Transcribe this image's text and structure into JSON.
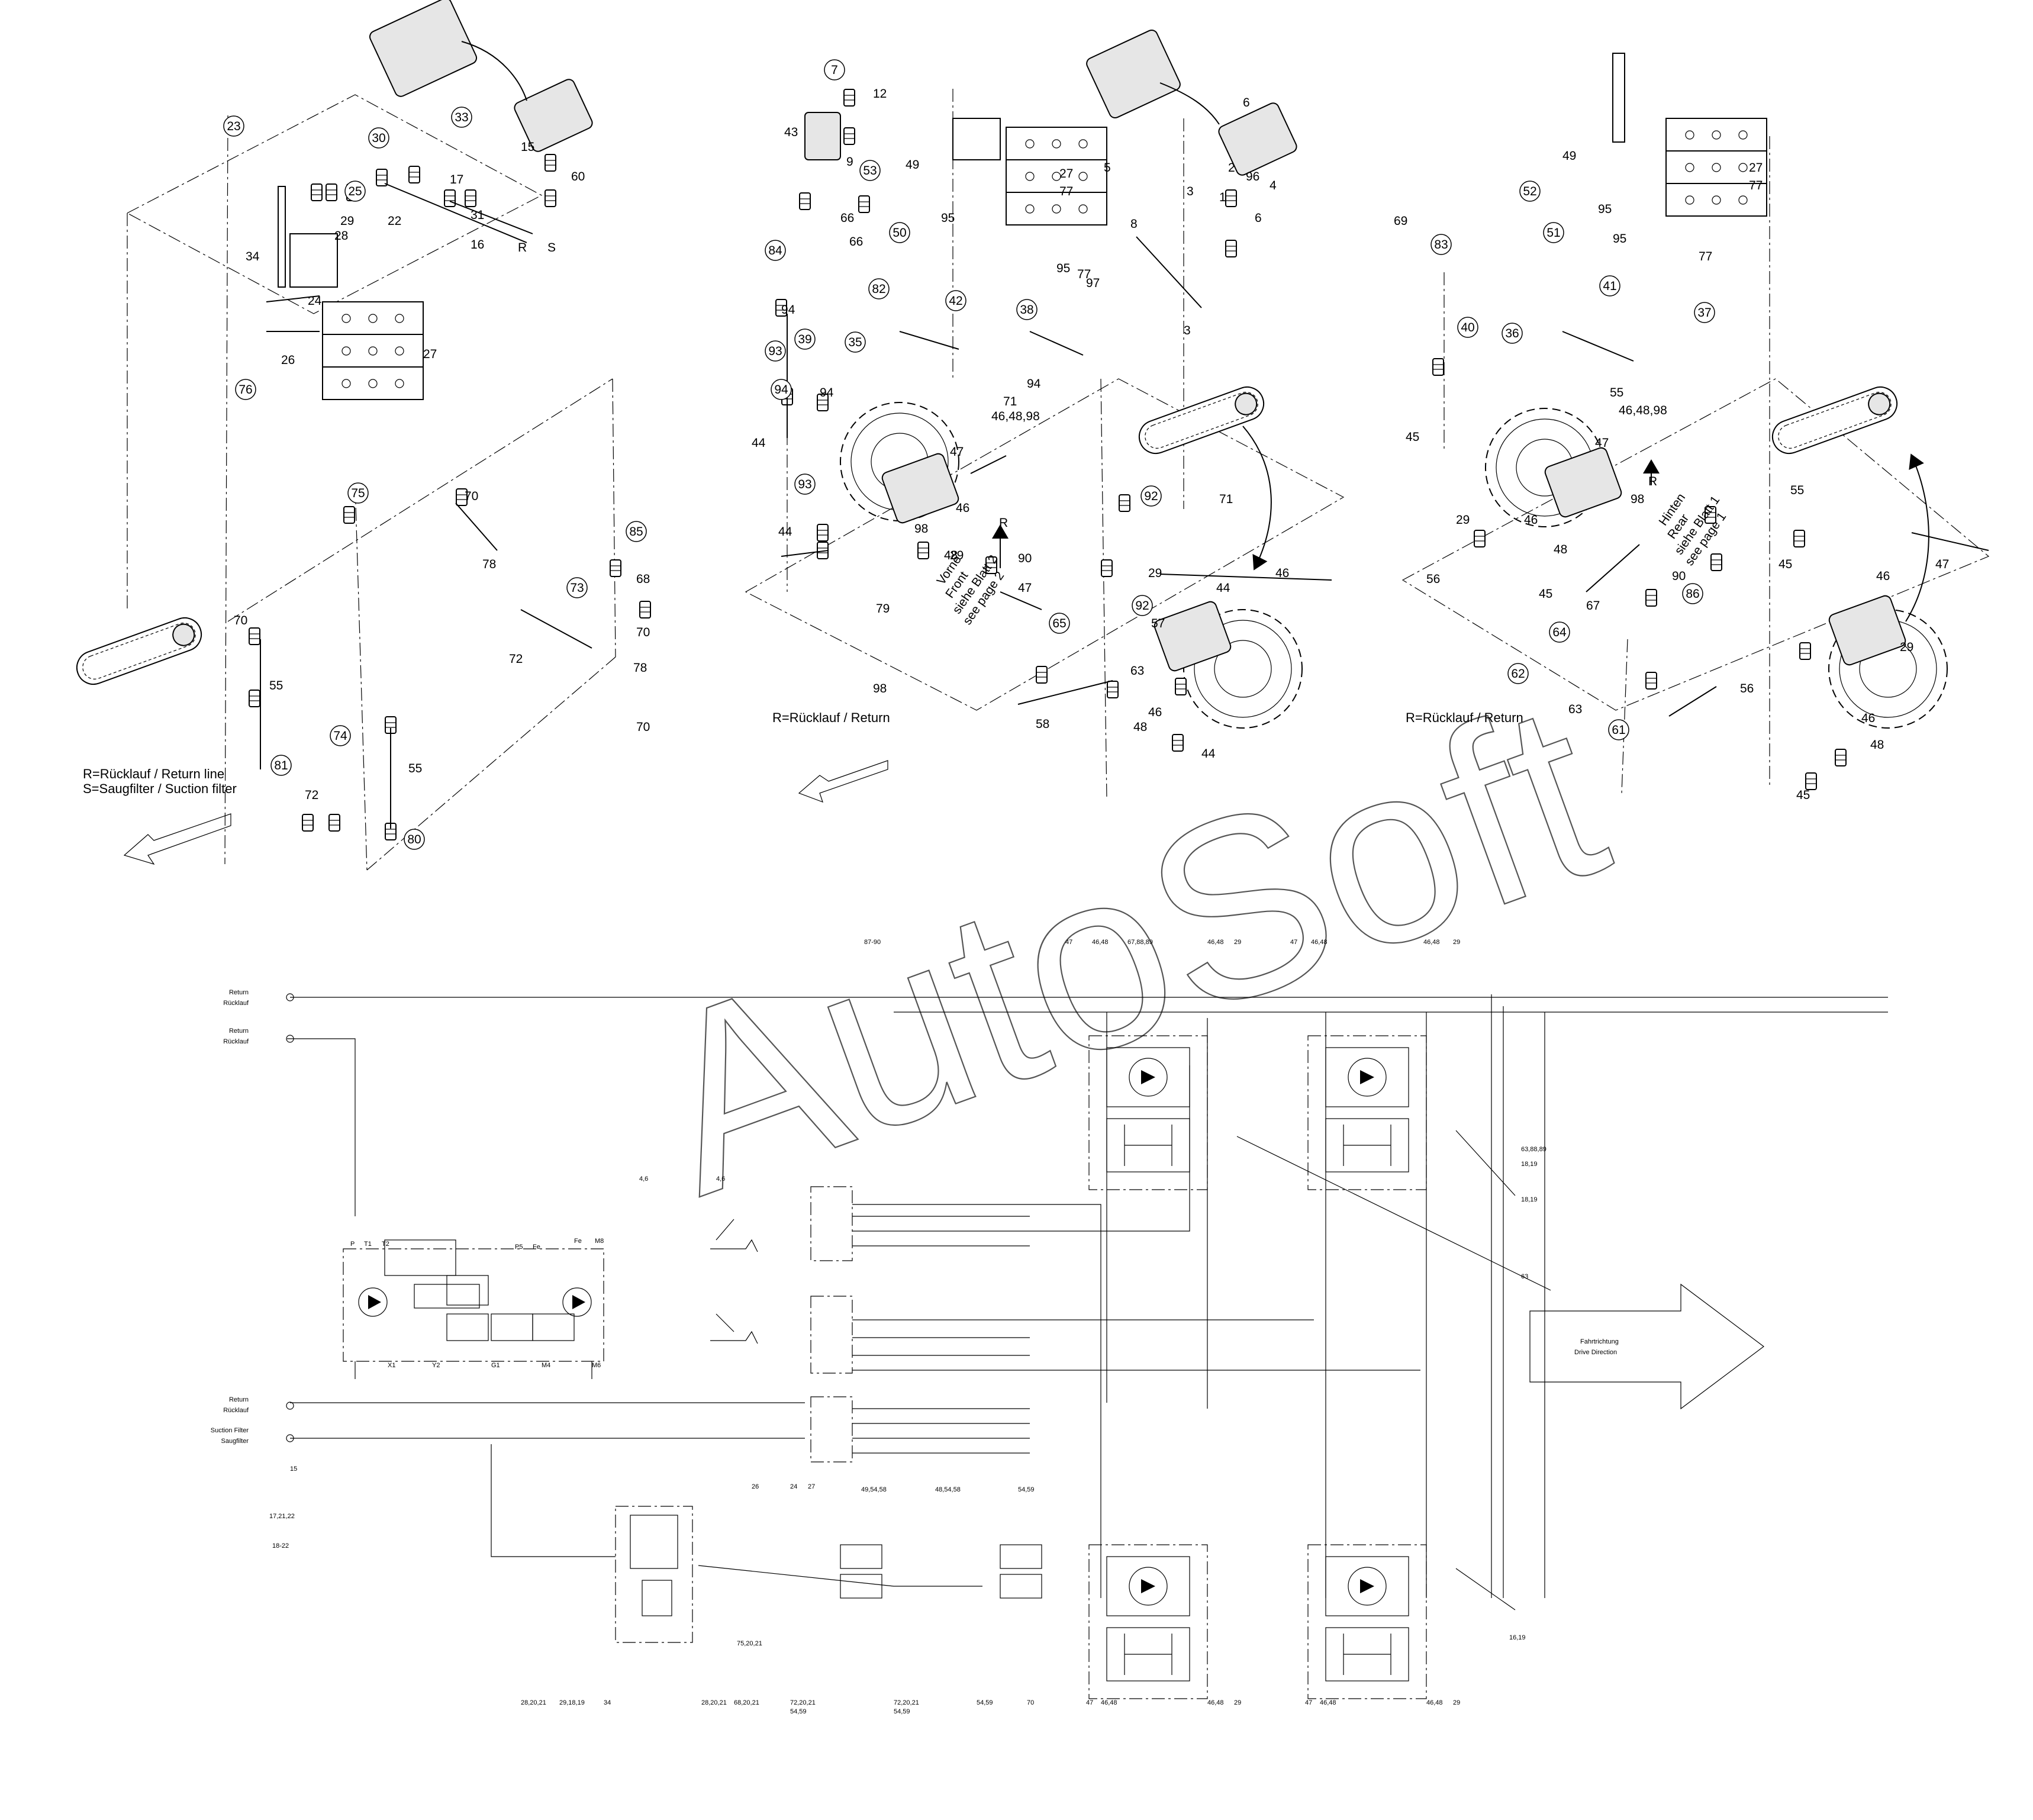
{
  "watermark": "AutoSoft",
  "legend_left": {
    "line1": "R=Rücklauf / Return line",
    "line2": "S=Saugfilter / Suction filter"
  },
  "return_label_mid": "R=Rücklauf / Return",
  "return_label_right": "R=Rücklauf / Return",
  "front_note": [
    "Vorne",
    "Front",
    "siehe Blatt 2",
    "see page 2"
  ],
  "rear_note": [
    "Hinten",
    "Rear",
    "siehe Blatt 1",
    "see page 1"
  ],
  "port_r": "R",
  "port_s": "S",
  "panel1": {
    "circled": [
      "23",
      "33",
      "30",
      "25",
      "76",
      "75",
      "85",
      "73",
      "74",
      "81",
      "80"
    ],
    "plain": [
      "15",
      "60",
      "17",
      "31",
      "22",
      "29",
      "28",
      "16",
      "34",
      "24",
      "26",
      "27",
      "70",
      "78",
      "68",
      "72",
      "70",
      "78",
      "70",
      "55",
      "70",
      "55",
      "72"
    ]
  },
  "panel2": {
    "circled": [
      "7",
      "53",
      "50",
      "84",
      "82",
      "42",
      "38",
      "39",
      "35",
      "93",
      "93",
      "92",
      "92",
      "65",
      "94"
    ],
    "plain": [
      "12",
      "43",
      "9",
      "49",
      "27",
      "77",
      "6",
      "66",
      "66",
      "95",
      "95",
      "77",
      "97",
      "2",
      "96",
      "4",
      "1",
      "6",
      "3",
      "5",
      "8",
      "3",
      "94",
      "94",
      "94",
      "71",
      "46,48,98",
      "47",
      "71",
      "44",
      "46",
      "98",
      "48",
      "29",
      "44",
      "79",
      "90",
      "47",
      "46",
      "44",
      "29",
      "57",
      "63",
      "58",
      "98",
      "46",
      "48",
      "44"
    ]
  },
  "panel3": {
    "circled": [
      "52",
      "51",
      "83",
      "40",
      "36",
      "41",
      "37",
      "86",
      "64",
      "62",
      "61"
    ],
    "plain": [
      "49",
      "27",
      "77",
      "69",
      "95",
      "95",
      "77",
      "45",
      "55",
      "46,48,98",
      "47",
      "98",
      "46",
      "48",
      "29",
      "90",
      "67",
      "56",
      "45",
      "55",
      "47",
      "45",
      "46",
      "56",
      "29",
      "63",
      "46",
      "48",
      "45"
    ]
  },
  "schematic": {
    "left_labels": [
      {
        "id": "return-1",
        "line1": "Return",
        "line2": "Rücklauf"
      },
      {
        "id": "return-2",
        "line1": "Return",
        "line2": "Rücklauf"
      },
      {
        "id": "return-3",
        "line1": "Return",
        "line2": "Rücklauf"
      },
      {
        "id": "suction",
        "line1": "Suction Filter",
        "line2": "Saugfilter"
      }
    ],
    "drive_direction": {
      "line1": "Fahrtrichtung",
      "line2": "Drive Direction"
    },
    "top_refs": [
      "87-90",
      "47",
      "46,48",
      "67,88,89",
      "46,48",
      "29",
      "47",
      "46,48",
      "46,48",
      "29"
    ],
    "bottom_refs": [
      "28,20,21",
      "29,18,19",
      "34",
      "28,20,21",
      "75,20,21",
      "68,20,21",
      "72,20,21",
      "54,59",
      "72,20,21",
      "54,59",
      "54,59",
      "70",
      "47",
      "46,48",
      "46,48",
      "29",
      "47",
      "46,48",
      "46,48",
      "29",
      "16,19"
    ],
    "side_refs": [
      "15",
      "17,21,22",
      "18-22",
      "4,6",
      "4,6",
      "26",
      "24",
      "27",
      "49,54,58",
      "48,54,58",
      "54,59",
      "63,88,89",
      "18,19",
      "63",
      "18,19"
    ],
    "block_ports": [
      "P",
      "T1",
      "T2",
      "X1",
      "Y2",
      "G1",
      "M4",
      "M6",
      "M8",
      "Fe",
      "P5",
      "Fe"
    ]
  }
}
